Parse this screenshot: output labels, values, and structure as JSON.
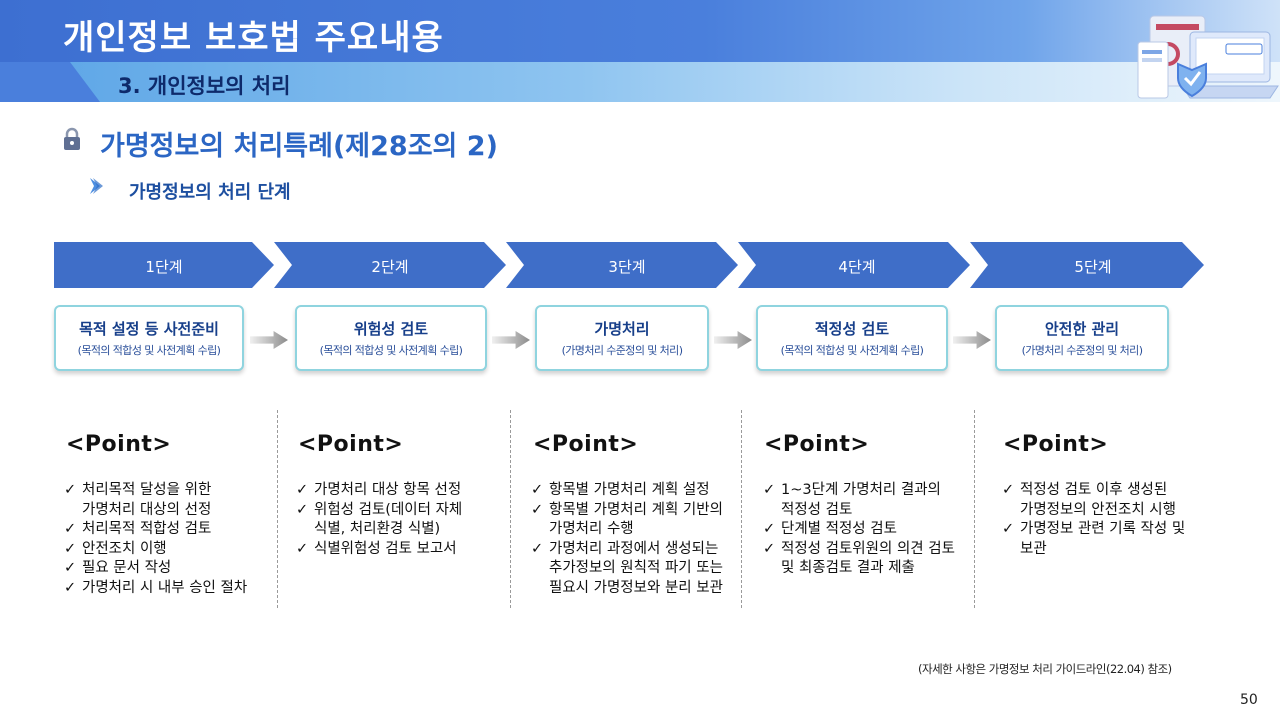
{
  "header": {
    "title": "개인정보 보호법 주요내용",
    "subtitle": "3. 개인정보의 처리"
  },
  "section": {
    "title": "가명정보의 처리특례(제28조의 2)",
    "subtitle": "가명정보의 처리 단계"
  },
  "stages": [
    "1단계",
    "2단계",
    "3단계",
    "4단계",
    "5단계"
  ],
  "steps": [
    {
      "title": "목적 설정 등 사전준비",
      "sub": "(목적의 적합성 및 사전계획 수립)"
    },
    {
      "title": "위험성 검토",
      "sub": "(목적의 적합성 및 사전계획 수립)"
    },
    {
      "title": "가명처리",
      "sub": "(가명처리 수준정의 및 처리)"
    },
    {
      "title": "적정성 검토",
      "sub": "(목적의 적합성 및 사전계획 수립)"
    },
    {
      "title": "안전한 관리",
      "sub": "(가명처리 수준정의 및 처리)"
    }
  ],
  "point_heading": "<Point>",
  "points": [
    [
      "처리목적 달성을 위한",
      "가명처리 대상의 선정",
      "처리목적 적합성 검토",
      "안전조치 이행",
      "필요 문서 작성",
      "가명처리 시 내부 승인 절차"
    ],
    [
      "가명처리 대상 항목 선정",
      "위험성 검토(데이터 자체",
      "식별, 처리환경 식별)",
      "식별위험성 검토 보고서"
    ],
    [
      "항목별 가명처리 계획 설정",
      "항목별 가명처리 계획 기반의",
      "가명처리 수행",
      "가명처리 과정에서 생성되는",
      "추가정보의 원칙적 파기 또는",
      "필요시 가명정보와 분리 보관"
    ],
    [
      "1~3단계 가명처리 결과의",
      "적정성 검토",
      "단계별 적정성 검토",
      "적정성 검토위원의 의견 검토",
      "및 최종검토 결과 제출"
    ],
    [
      "적정성 검토 이후 생성된",
      "가명정보의 안전조치 시행",
      "가명정보 관련 기록 작성 및",
      "보관"
    ]
  ],
  "footnote": "(자세한 사항은 가명정보 처리 가이드라인(22.04) 참조)",
  "page_number": "50",
  "colors": {
    "primary": "#3f6ec8",
    "box_border": "#8fd4df",
    "title_blue": "#2b66c4"
  },
  "icons": {
    "section": "lock-icon",
    "subsection": "chevron-right-icon",
    "header": "security-laptop-icon"
  }
}
